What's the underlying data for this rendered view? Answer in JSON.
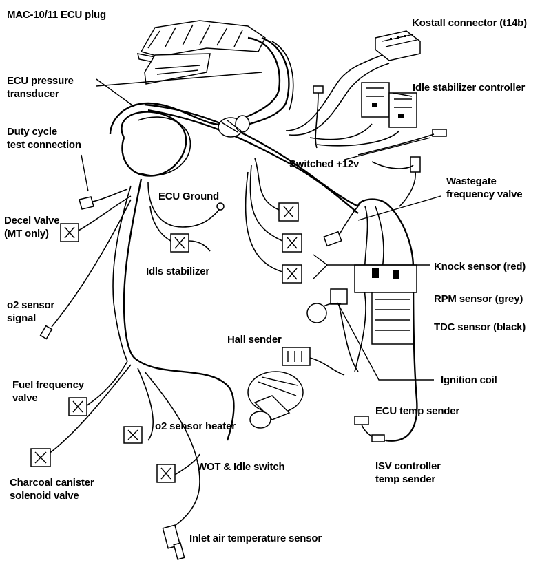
{
  "labels": {
    "ecu_plug": "MAC-10/11 ECU plug",
    "kostall": "Kostall connector (t14b)",
    "ecu_pressure_1": "ECU pressure",
    "ecu_pressure_2": "transducer",
    "idle_stab_ctrl": "Idle stabilizer controller",
    "duty_cycle_1": "Duty cycle",
    "duty_cycle_2": "test connection",
    "switched_12v": "Switched +12v",
    "wastegate_1": "Wastegate",
    "wastegate_2": "frequency valve",
    "ecu_ground": "ECU Ground",
    "decel_1": "Decel Valve",
    "decel_2": "(MT only)",
    "idle_stabilizer": "Idls stabilizer",
    "knock": "Knock sensor (red)",
    "rpm": "RPM sensor (grey)",
    "o2_signal_1": "o2 sensor",
    "o2_signal_2": "signal",
    "tdc": "TDC sensor (black)",
    "hall": "Hall sender",
    "fuel_freq_1": "Fuel frequency",
    "fuel_freq_2": "valve",
    "ignition_coil": "Ignition coil",
    "ecu_temp": "ECU temp sender",
    "o2_heater": "o2 sensor heater",
    "charcoal_1": "Charcoal canister",
    "charcoal_2": "solenoid valve",
    "wot_idle": "WOT & Idle switch",
    "isv_temp_1": "ISV controller",
    "isv_temp_2": "temp sender",
    "inlet_air": "Inlet air temperature sensor"
  }
}
